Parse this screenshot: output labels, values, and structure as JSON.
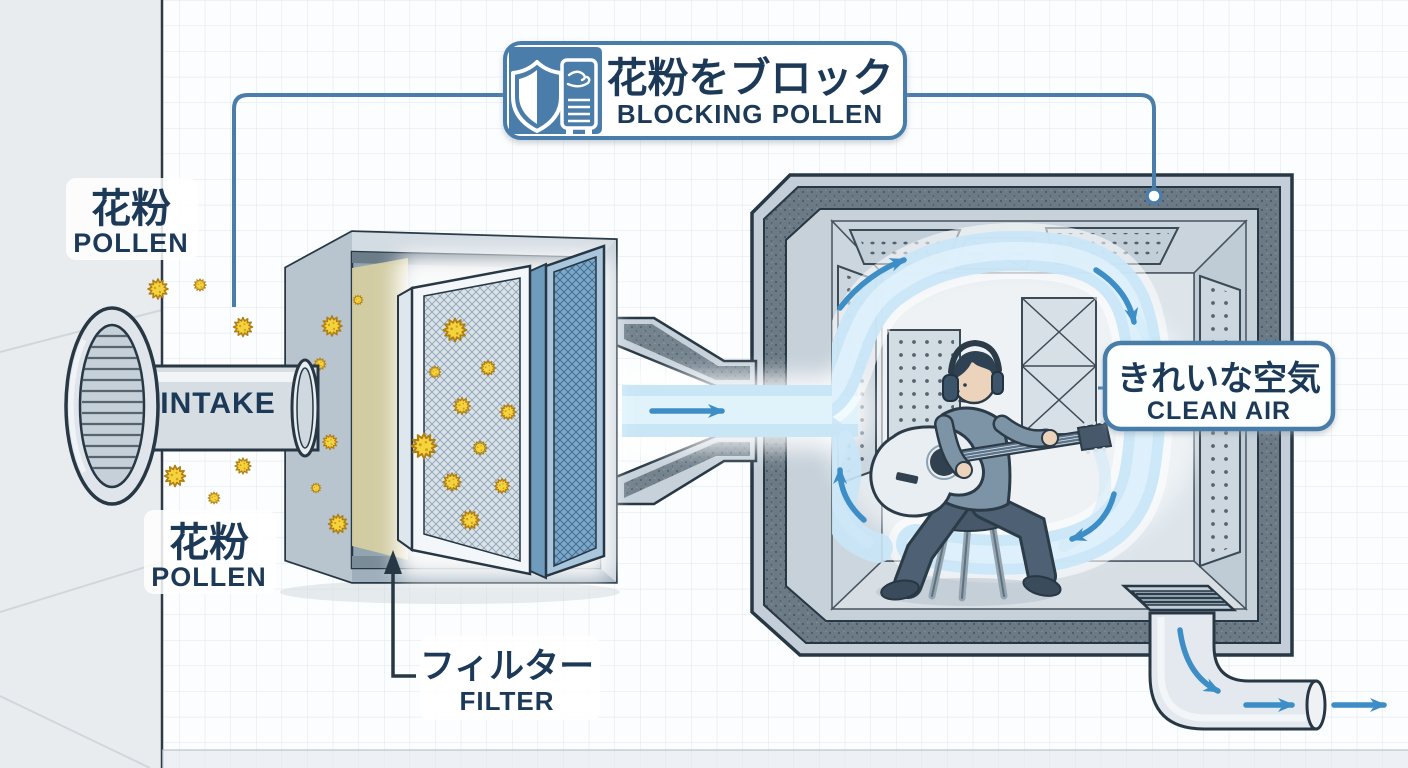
{
  "callouts": {
    "blocking_pollen": {
      "ja": "花粉をブロック",
      "en": "BLOCKING POLLEN"
    },
    "clean_air": {
      "ja": "きれいな空気",
      "en": "CLEAN AIR"
    },
    "filter": {
      "ja": "フィルター",
      "en": "FILTER"
    },
    "pollen_upper": {
      "ja": "花粉",
      "en": "POLLEN"
    },
    "pollen_lower": {
      "ja": "花粉",
      "en": "POLLEN"
    },
    "intake": {
      "en": "INTAKE"
    }
  },
  "icons": {
    "badge_icons": [
      "shield-icon",
      "air-purifier-icon"
    ]
  },
  "colors": {
    "accent_blue": "#4a7da9",
    "label_text": "#1c3a57",
    "pollen_yellow": "#f6d23c",
    "pollen_outline": "#b07f14",
    "air_stream": "#c9e6f7",
    "air_arrow": "#3d8ec6",
    "wall_light": "#c3ced8",
    "insulation_dark": "#6b7a85",
    "outline_dark": "#273744",
    "paper": "#fcfdfe",
    "grid_line": "#dee6ec"
  }
}
